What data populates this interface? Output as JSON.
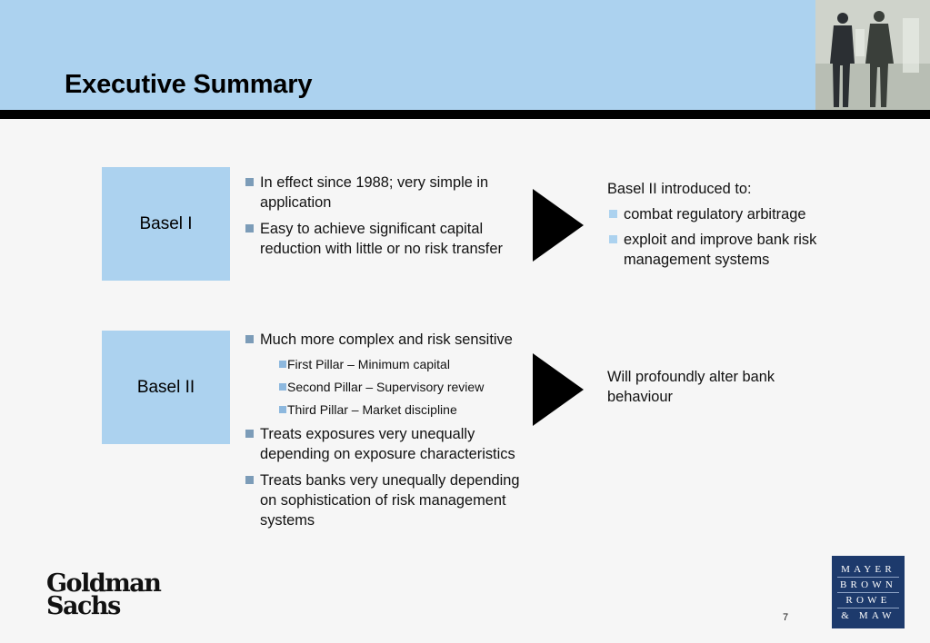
{
  "header": {
    "title": "Executive Summary"
  },
  "rows": [
    {
      "label": "Basel I",
      "bullets": [
        "In effect since 1988; very simple in application",
        "Easy to achieve significant capital reduction with little or no risk transfer"
      ],
      "outcome": {
        "lead": "Basel II introduced to:",
        "bullets": [
          "combat regulatory arbitrage",
          "exploit and improve bank risk management systems"
        ]
      }
    },
    {
      "label": "Basel II",
      "bullets": [
        "Much more complex and risk sensitive",
        "First Pillar – Minimum capital",
        "Second Pillar – Supervisory review",
        "Third Pillar – Market discipline",
        "Treats exposures very unequally depending on exposure characteristics",
        "Treats banks very unequally depending on sophistication of risk management systems"
      ],
      "outcome": {
        "text": "Will profoundly alter bank behaviour"
      }
    }
  ],
  "footer": {
    "left_logo": [
      "Goldman",
      "Sachs"
    ],
    "page_number": "7",
    "right_logo": [
      "MAYER",
      "BROWN",
      "ROWE",
      "& MAW"
    ]
  },
  "colors": {
    "header_bg": "#acd2ef",
    "box_bg": "#acd2ef",
    "bullet_primary": "#7c9cb8",
    "bullet_secondary": "#8db8de",
    "logo_bg": "#1d3a6c"
  },
  "icons": [
    "photo-businesspeople",
    "arrow-right-icon"
  ]
}
